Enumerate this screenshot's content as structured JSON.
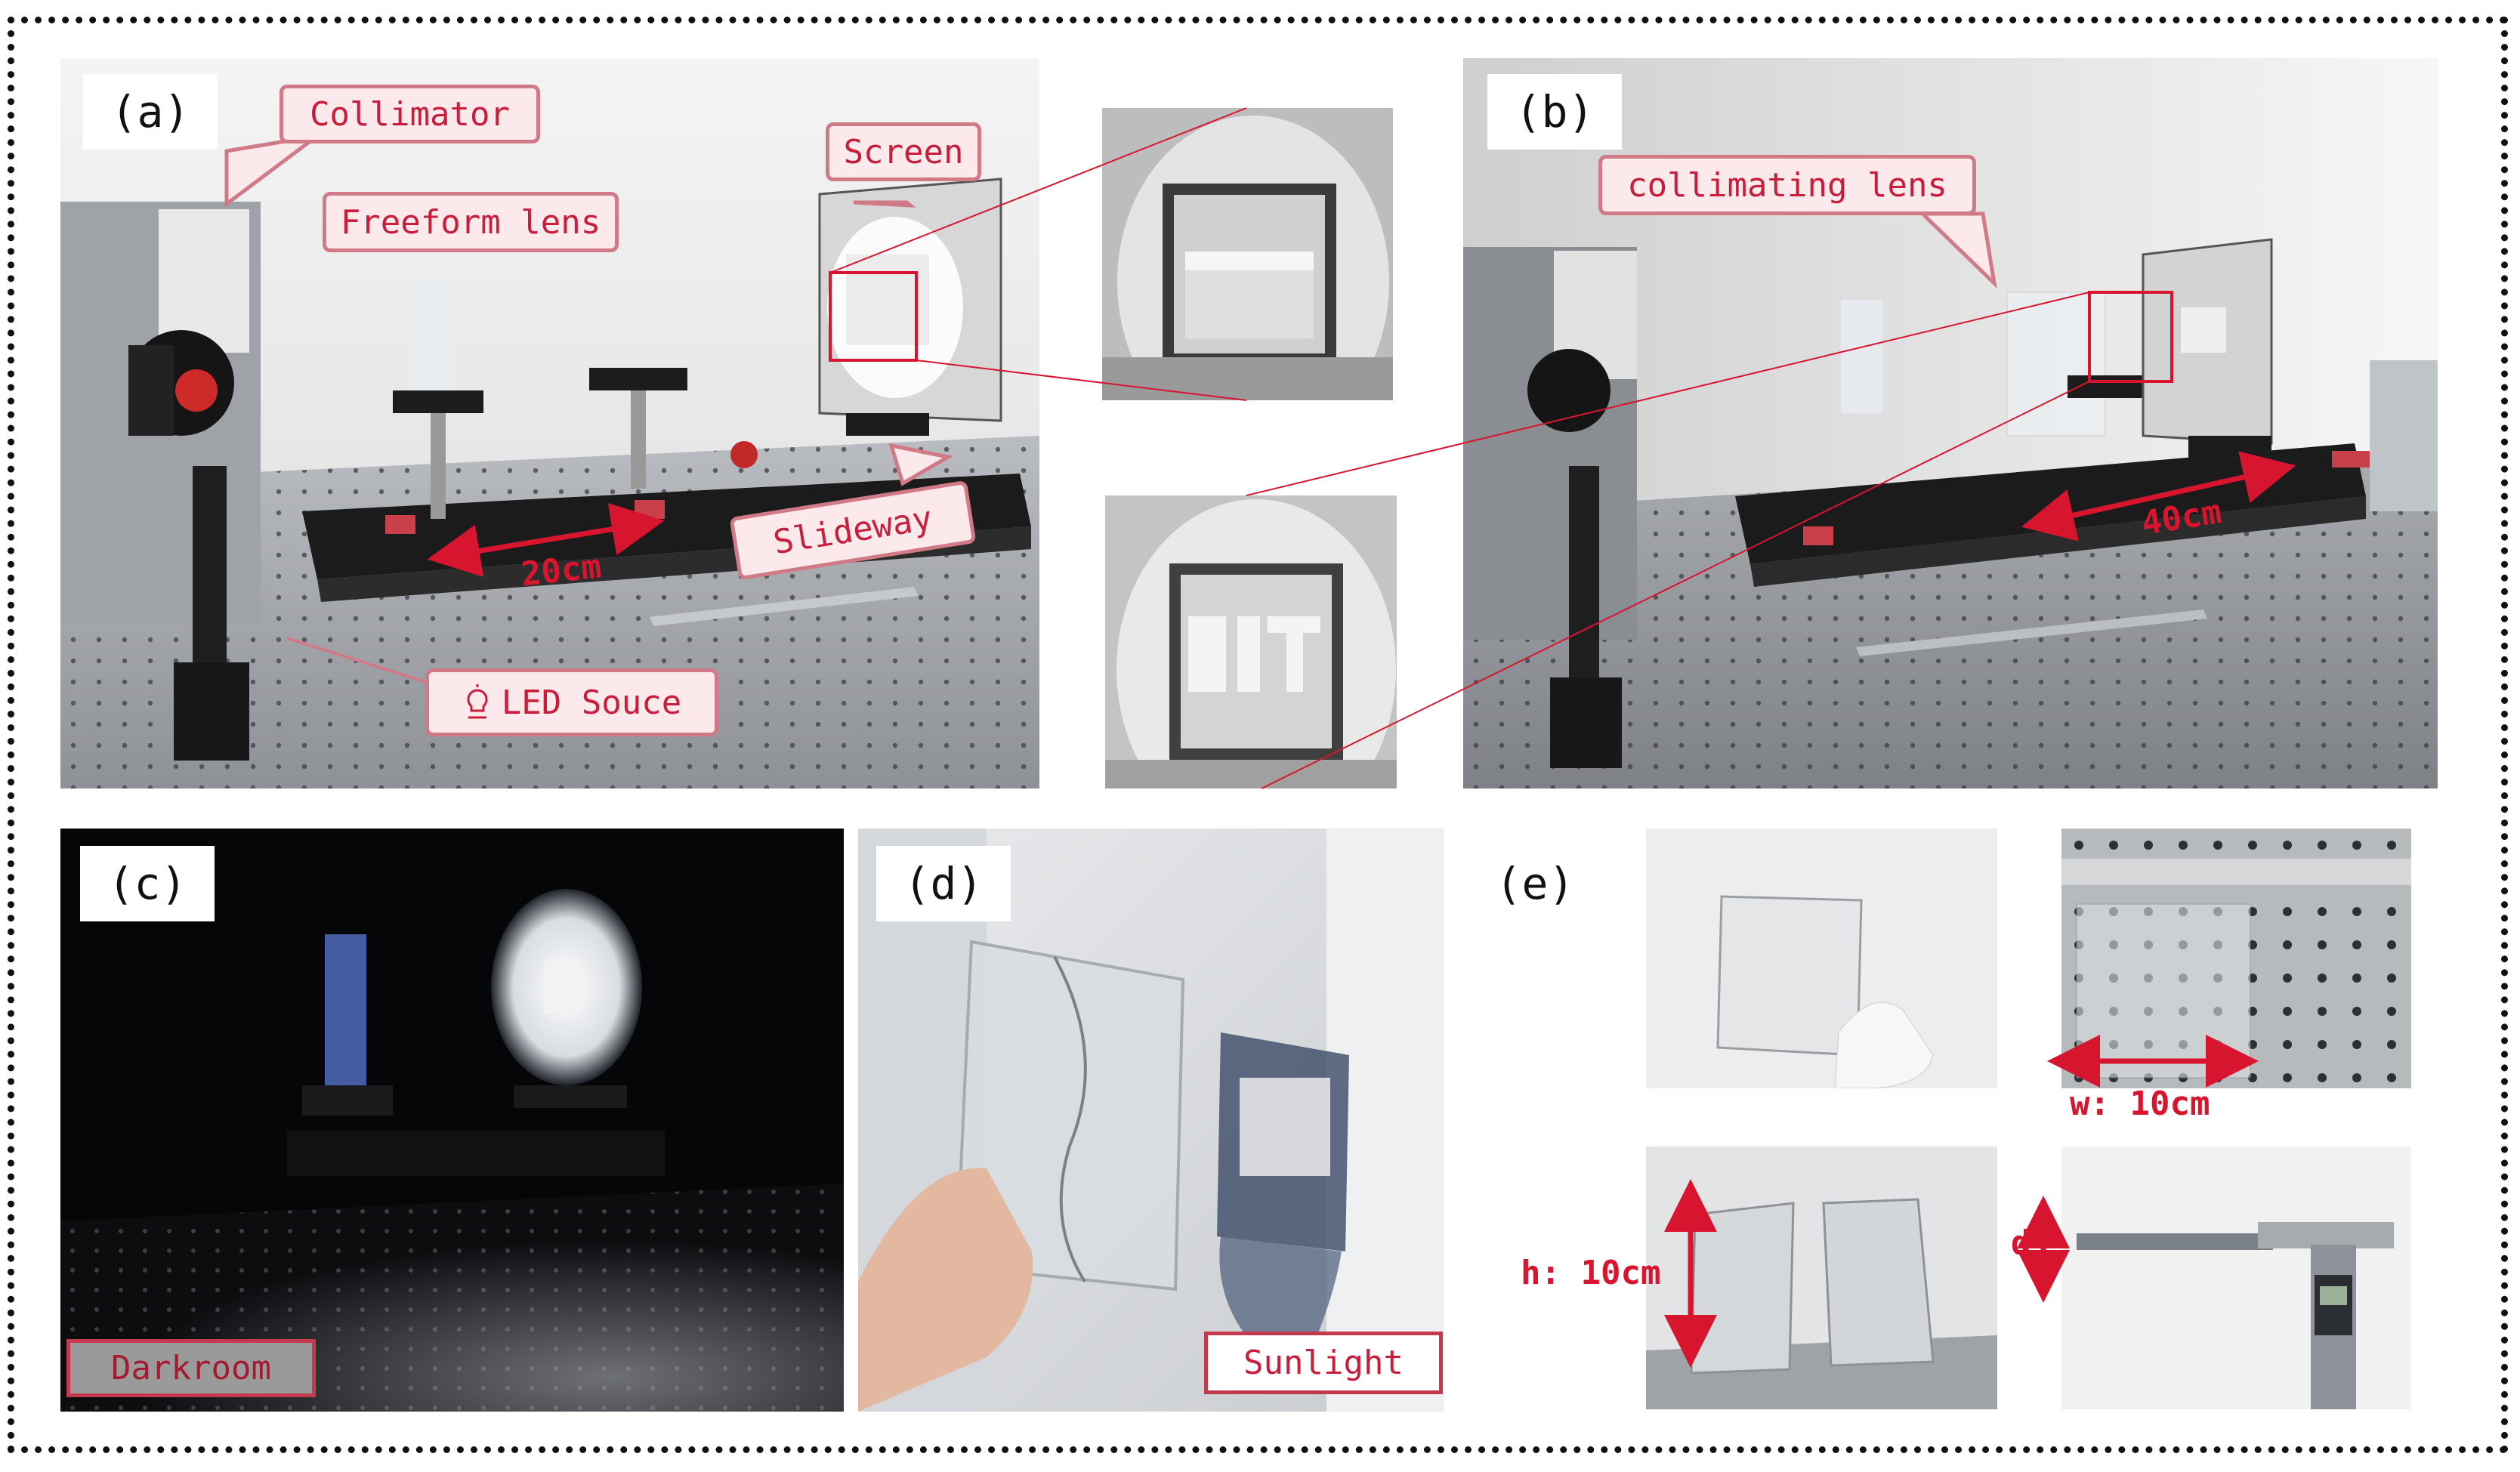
{
  "panels": {
    "a": {
      "letter": "(a)",
      "labels": {
        "collimator": "Collimator",
        "freeform_lens": "Freeform lens",
        "screen": "Screen",
        "slideway": "Slideway",
        "led_source": "LED Souce",
        "distance": "20cm"
      }
    },
    "b": {
      "letter": "(b)",
      "labels": {
        "collimating_lens": "collimating lens",
        "distance": "40cm"
      }
    },
    "c": {
      "letter": "(c)",
      "tag": "Darkroom"
    },
    "d": {
      "letter": "(d)",
      "tag": "Sunlight"
    },
    "e": {
      "letter": "(e)",
      "labels": {
        "width": "w: 10cm",
        "height": "h: 10cm",
        "depth": "d"
      }
    }
  },
  "colors": {
    "annotation_red": "#d8152f",
    "callout_border": "#d07a87",
    "callout_fill": "#fbe9ec"
  }
}
